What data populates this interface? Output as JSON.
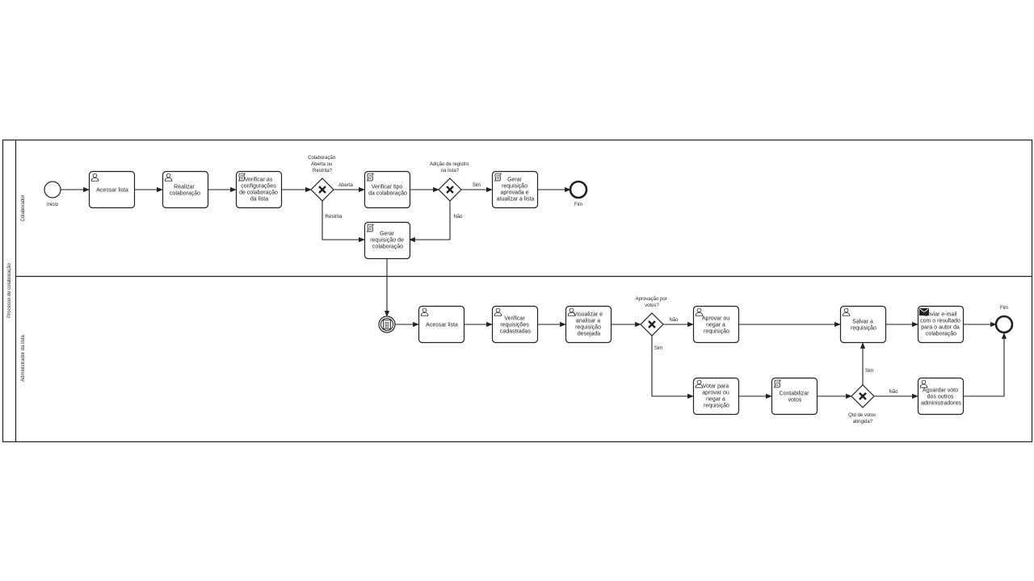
{
  "pool": {
    "label": "Processo de colaboração"
  },
  "lanes": {
    "colaborador": "Colaborador",
    "admin": "Administrador da lista"
  },
  "events": {
    "start": "Inicio",
    "end1": "Fim",
    "end2": "Fim"
  },
  "tasks": {
    "t_acessar": [
      "Acessar lista"
    ],
    "t_realizar": [
      "Realizar",
      "colaboração"
    ],
    "t_verificar_conf": [
      "Verificar as",
      "configurações",
      "de colaboração",
      "da lista"
    ],
    "t_verificar_tipo": [
      "Verificar tipo",
      "da colaboração"
    ],
    "t_gerar_aprov": [
      "Gerar",
      "requisição",
      "aprovada e",
      "atualizar a lista"
    ],
    "t_gerar_req": [
      "Gerar",
      "requisição de",
      "colaboração"
    ],
    "a_acessar": [
      "Acessar lista"
    ],
    "a_verificar": [
      "Verificar",
      "requisições",
      "cadastradas"
    ],
    "a_visualizar": [
      "Visualizar e",
      "analisar a",
      "requisição",
      "desejada"
    ],
    "a_aprovar": [
      "Aprovar ou",
      "negar a",
      "requisição"
    ],
    "a_votar": [
      "Votar para",
      "aprovar ou",
      "negar a",
      "requisição"
    ],
    "a_contabilizar": [
      "Contabilizar",
      "votos"
    ],
    "a_salvar": [
      "Salvar a",
      "requisição"
    ],
    "a_enviar": [
      "Enviar e-mail",
      "com o resultado",
      "para o autor da",
      "colaboração"
    ],
    "a_aguardar": [
      "Aguardar voto",
      "dos outros",
      "administradores"
    ]
  },
  "gateways": {
    "g1": [
      "Colaboração",
      "Aberta ou",
      "Restrita?"
    ],
    "g2": [
      "Adição de registro",
      "na lista?"
    ],
    "g3": [
      "Aprovação por",
      "votos?"
    ],
    "g4": [
      "Qtd de votos",
      "atingida?"
    ]
  },
  "flows": {
    "aberta": "Aberta",
    "restrita": "Restrita",
    "sim1": "Sim",
    "nao1": "Não",
    "nao2": "Não",
    "sim2": "Sim",
    "sim3": "Sim",
    "nao3": "Não"
  },
  "colors": {
    "stroke": "#222222",
    "background": "#ffffff"
  },
  "icons": {
    "user_task": "user-icon",
    "script_task": "script-icon",
    "send_task": "envelope-icon",
    "message_start": "document-icon",
    "gateway": "x-icon"
  }
}
